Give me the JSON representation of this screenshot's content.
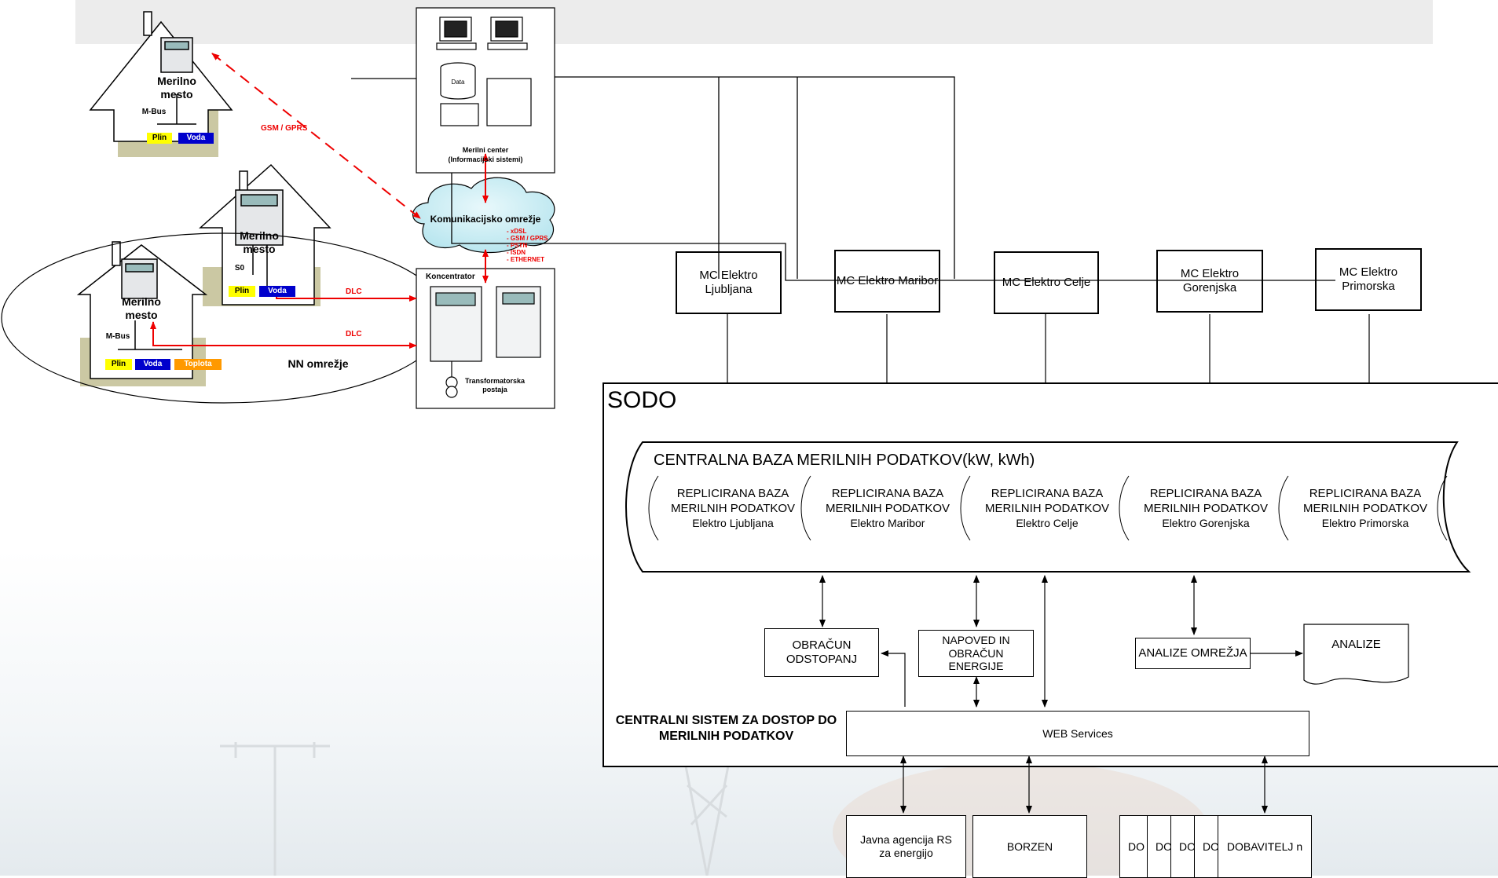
{
  "header_band_color": "#ececec",
  "houses": {
    "house_top": {
      "meter_label": "Merilno mesto",
      "bus": "M-Bus",
      "plin": "Plin",
      "voda": "Voda"
    },
    "house_middle": {
      "meter_label": "Merilno mesto",
      "bus": "S0",
      "plin": "Plin",
      "voda": "Voda"
    },
    "house_left": {
      "meter_label": "Merilno mesto",
      "bus": "M-Bus",
      "plin": "Plin",
      "voda": "Voda",
      "toplota": "Toplota"
    },
    "nn_network": "NN omrežje"
  },
  "links": {
    "gsm": "GSM / GPRS",
    "dlc_1": "DLC",
    "dlc_2": "DLC"
  },
  "metering_center": {
    "data_label": "Data",
    "title": "Merilni center",
    "subtitle": "(Informacijski sistemi)"
  },
  "comm_network": {
    "title": "Komunikacijsko omrežje",
    "options": [
      "- xDSL",
      "- GSM / GPRS",
      "- PSTN",
      "- ISDN",
      "- ETHERNET"
    ]
  },
  "concentrator": {
    "title": "Koncentrator",
    "station": "Transformatorska postaja"
  },
  "mc_boxes": [
    {
      "label": "MC Elektro Ljubljana"
    },
    {
      "label": "MC Elektro Maribor"
    },
    {
      "label": "MC Elektro Celje"
    },
    {
      "label": "MC Elektro Gorenjska"
    },
    {
      "label": "MC Elektro Primorska"
    }
  ],
  "sodo": {
    "title": "SODO",
    "central_db": "CENTRALNA BAZA MERILNIH PODATKOV(kW, kWh)",
    "replicated": [
      {
        "l1": "REPLICIRANA BAZA",
        "l2": "MERILNIH PODATKOV",
        "l3": "Elektro Ljubljana"
      },
      {
        "l1": "REPLICIRANA BAZA",
        "l2": "MERILNIH PODATKOV",
        "l3": "Elektro Maribor"
      },
      {
        "l1": "REPLICIRANA BAZA",
        "l2": "MERILNIH PODATKOV",
        "l3": "Elektro Celje"
      },
      {
        "l1": "REPLICIRANA BAZA",
        "l2": "MERILNIH PODATKOV",
        "l3": "Elektro Gorenjska"
      },
      {
        "l1": "REPLICIRANA BAZA",
        "l2": "MERILNIH PODATKOV",
        "l3": "Elektro Primorska"
      }
    ],
    "obracun": "OBRAČUN ODSTOPANJ",
    "napoved": "NAPOVED IN OBRAČUN ENERGIJE",
    "analize_omrezja": "ANALIZE OMREŽJA",
    "analize": "ANALIZE",
    "central_system": "CENTRALNI SISTEM ZA DOSTOP DO MERILNIH PODATKOV",
    "web_services": "WEB Services"
  },
  "external": {
    "agency": "Javna agencija RS za energijo",
    "borzen": "BORZEN",
    "dobavitelj_stub": "DO",
    "dobavitelj_n": "DOBAVITELJ n"
  }
}
